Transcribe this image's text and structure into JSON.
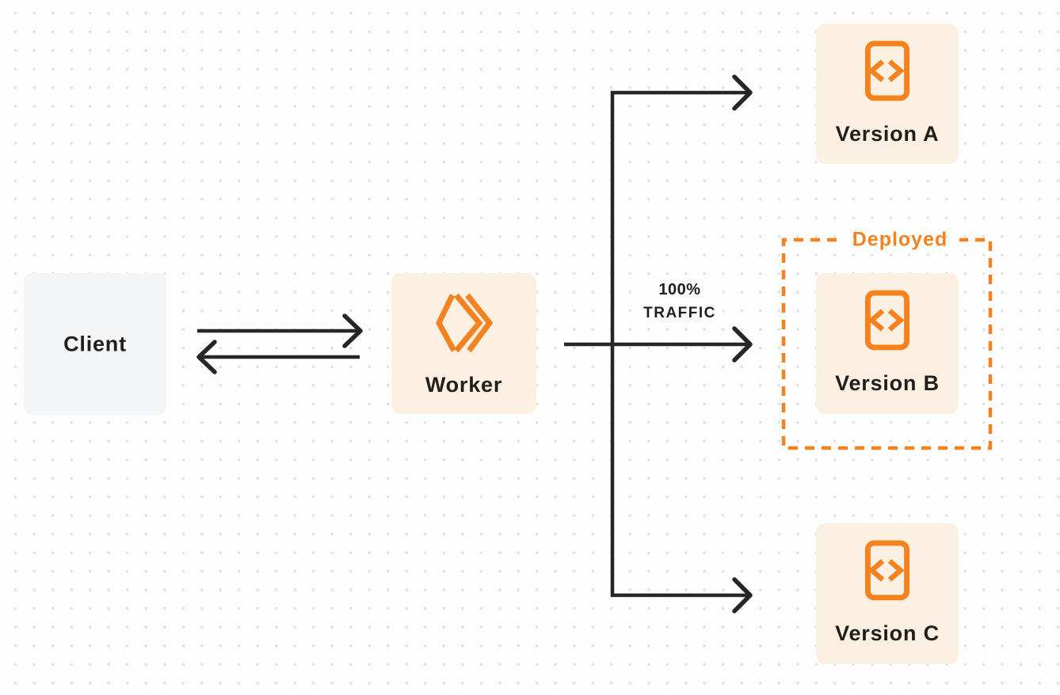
{
  "colors": {
    "background": "#fdfdfd",
    "dot": "#e4e4e6",
    "accent_orange": "#f6821f",
    "cream": "#fbf0e1",
    "client_gray": "#f4f5f6",
    "line_dark": "#26262a",
    "text_dark": "#211f1c"
  },
  "nodes": {
    "client": {
      "label": "Client"
    },
    "worker": {
      "label": "Worker",
      "icon": "workers-logo-icon"
    },
    "version_a": {
      "label": "Version A",
      "icon": "code-file-icon"
    },
    "version_b": {
      "label": "Version B",
      "icon": "code-file-icon"
    },
    "version_c": {
      "label": "Version C",
      "icon": "code-file-icon"
    }
  },
  "annotations": {
    "deployed_label": "Deployed",
    "traffic_line1": "100%",
    "traffic_line2": "TRAFFIC"
  },
  "edges": {
    "client_to_worker": "request",
    "worker_to_client": "response",
    "worker_to_version_a": "branch",
    "worker_to_version_b": "100% traffic",
    "worker_to_version_c": "branch"
  }
}
